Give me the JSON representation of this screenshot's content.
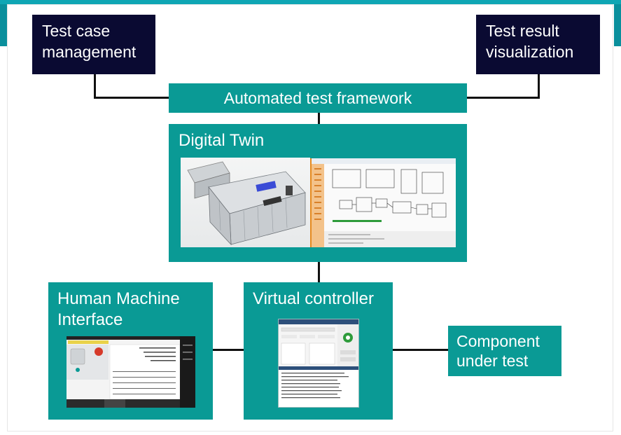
{
  "boxes": {
    "test_case": "Test case\nmanagement",
    "test_result": "Test result\nvisualization",
    "framework": "Automated test framework",
    "digital_twin": "Digital Twin",
    "hmi": "Human Machine\nInterface",
    "virtual_controller": "Virtual controller",
    "component": "Component\nunder test"
  },
  "colors": {
    "navy": "#0a0a32",
    "teal": "#0a9a95",
    "accent": "#0fa6b4",
    "connector": "#111111"
  }
}
